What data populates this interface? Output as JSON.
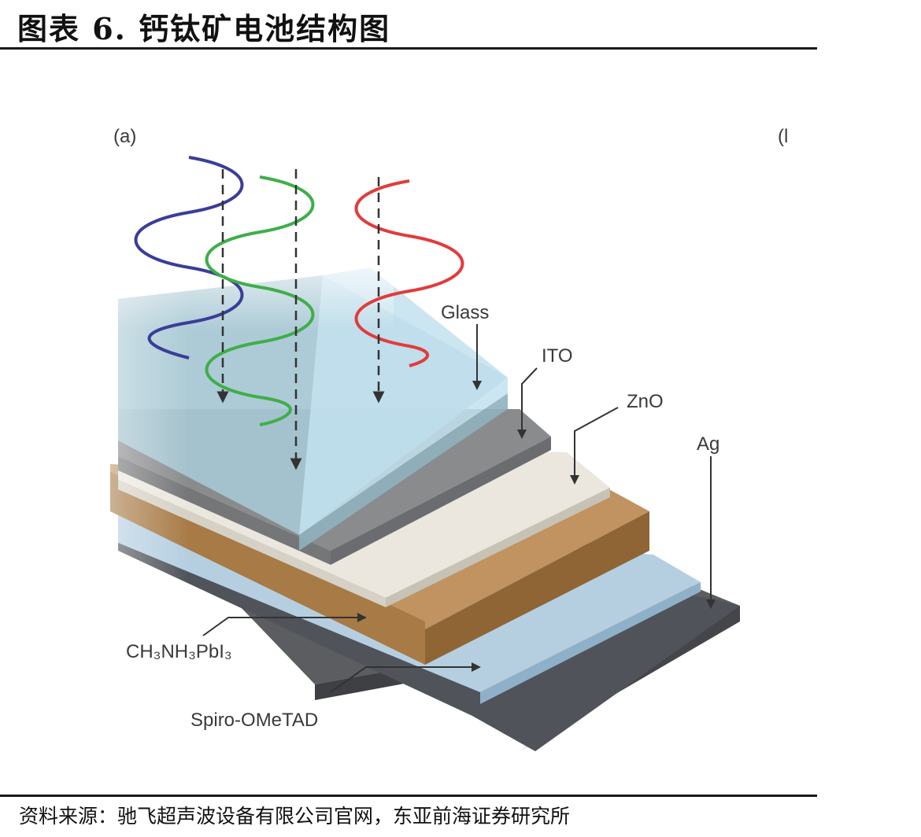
{
  "header": {
    "title": "图表 6.   钙钛矿电池结构图"
  },
  "figure": {
    "panel_label": "(a)",
    "cut_label": "(l",
    "layers": {
      "glass": "Glass",
      "ito": "ITO",
      "zno": "ZnO",
      "ag": "Ag",
      "perovskite": "CH₃NH₃PbI₃",
      "spiro": "Spiro-OMeTAD"
    },
    "colors": {
      "glass": "#a9d2e0",
      "ito": "#7a7a7c",
      "zno": "#e5e1d7",
      "perovskite": "#b98a52",
      "spiro": "#a6c4da",
      "ag": "#4a4c50",
      "wave_blue": "#3a3d98",
      "wave_green": "#3fae4a",
      "wave_red": "#e23b3b"
    }
  },
  "footer": {
    "source": "资料来源：驰飞超声波设备有限公司官网，东亚前海证券研究所"
  }
}
